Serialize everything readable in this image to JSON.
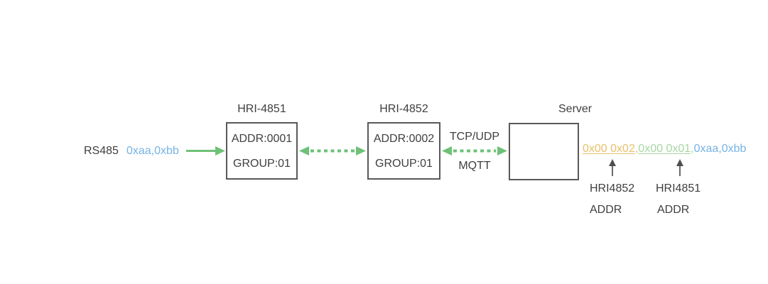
{
  "colors": {
    "arrow_green": "#6ec177",
    "packet_orange": "#e7c06b",
    "packet_green": "#a6d6a3",
    "packet_blue": "#76b3e4",
    "box_border": "#595959",
    "text_dark": "#3f3f3f",
    "annotation_arrow": "#4f4f4f"
  },
  "bus": {
    "label": "RS485",
    "payload": "0xaa,0xbb"
  },
  "devices": {
    "hri4851": {
      "title": "HRI-4851",
      "addr": "ADDR:0001",
      "group": "GROUP:01"
    },
    "hri4852": {
      "title": "HRI-4852",
      "addr": "ADDR:0002",
      "group": "GROUP:01"
    },
    "server": {
      "title": "Server"
    }
  },
  "links": {
    "server_link_top": "TCP/UDP",
    "server_link_bottom": "MQTT"
  },
  "packet": {
    "hri4852_addr": "0x00 0x02",
    "separator1": ",",
    "hri4851_addr": "0x00 0x01",
    "separator2": ",",
    "payload": "0xaa,0xbb"
  },
  "callouts": {
    "left": {
      "line1": "HRI4852",
      "line2": "ADDR"
    },
    "right": {
      "line1": "HRI4851",
      "line2": "ADDR"
    }
  }
}
